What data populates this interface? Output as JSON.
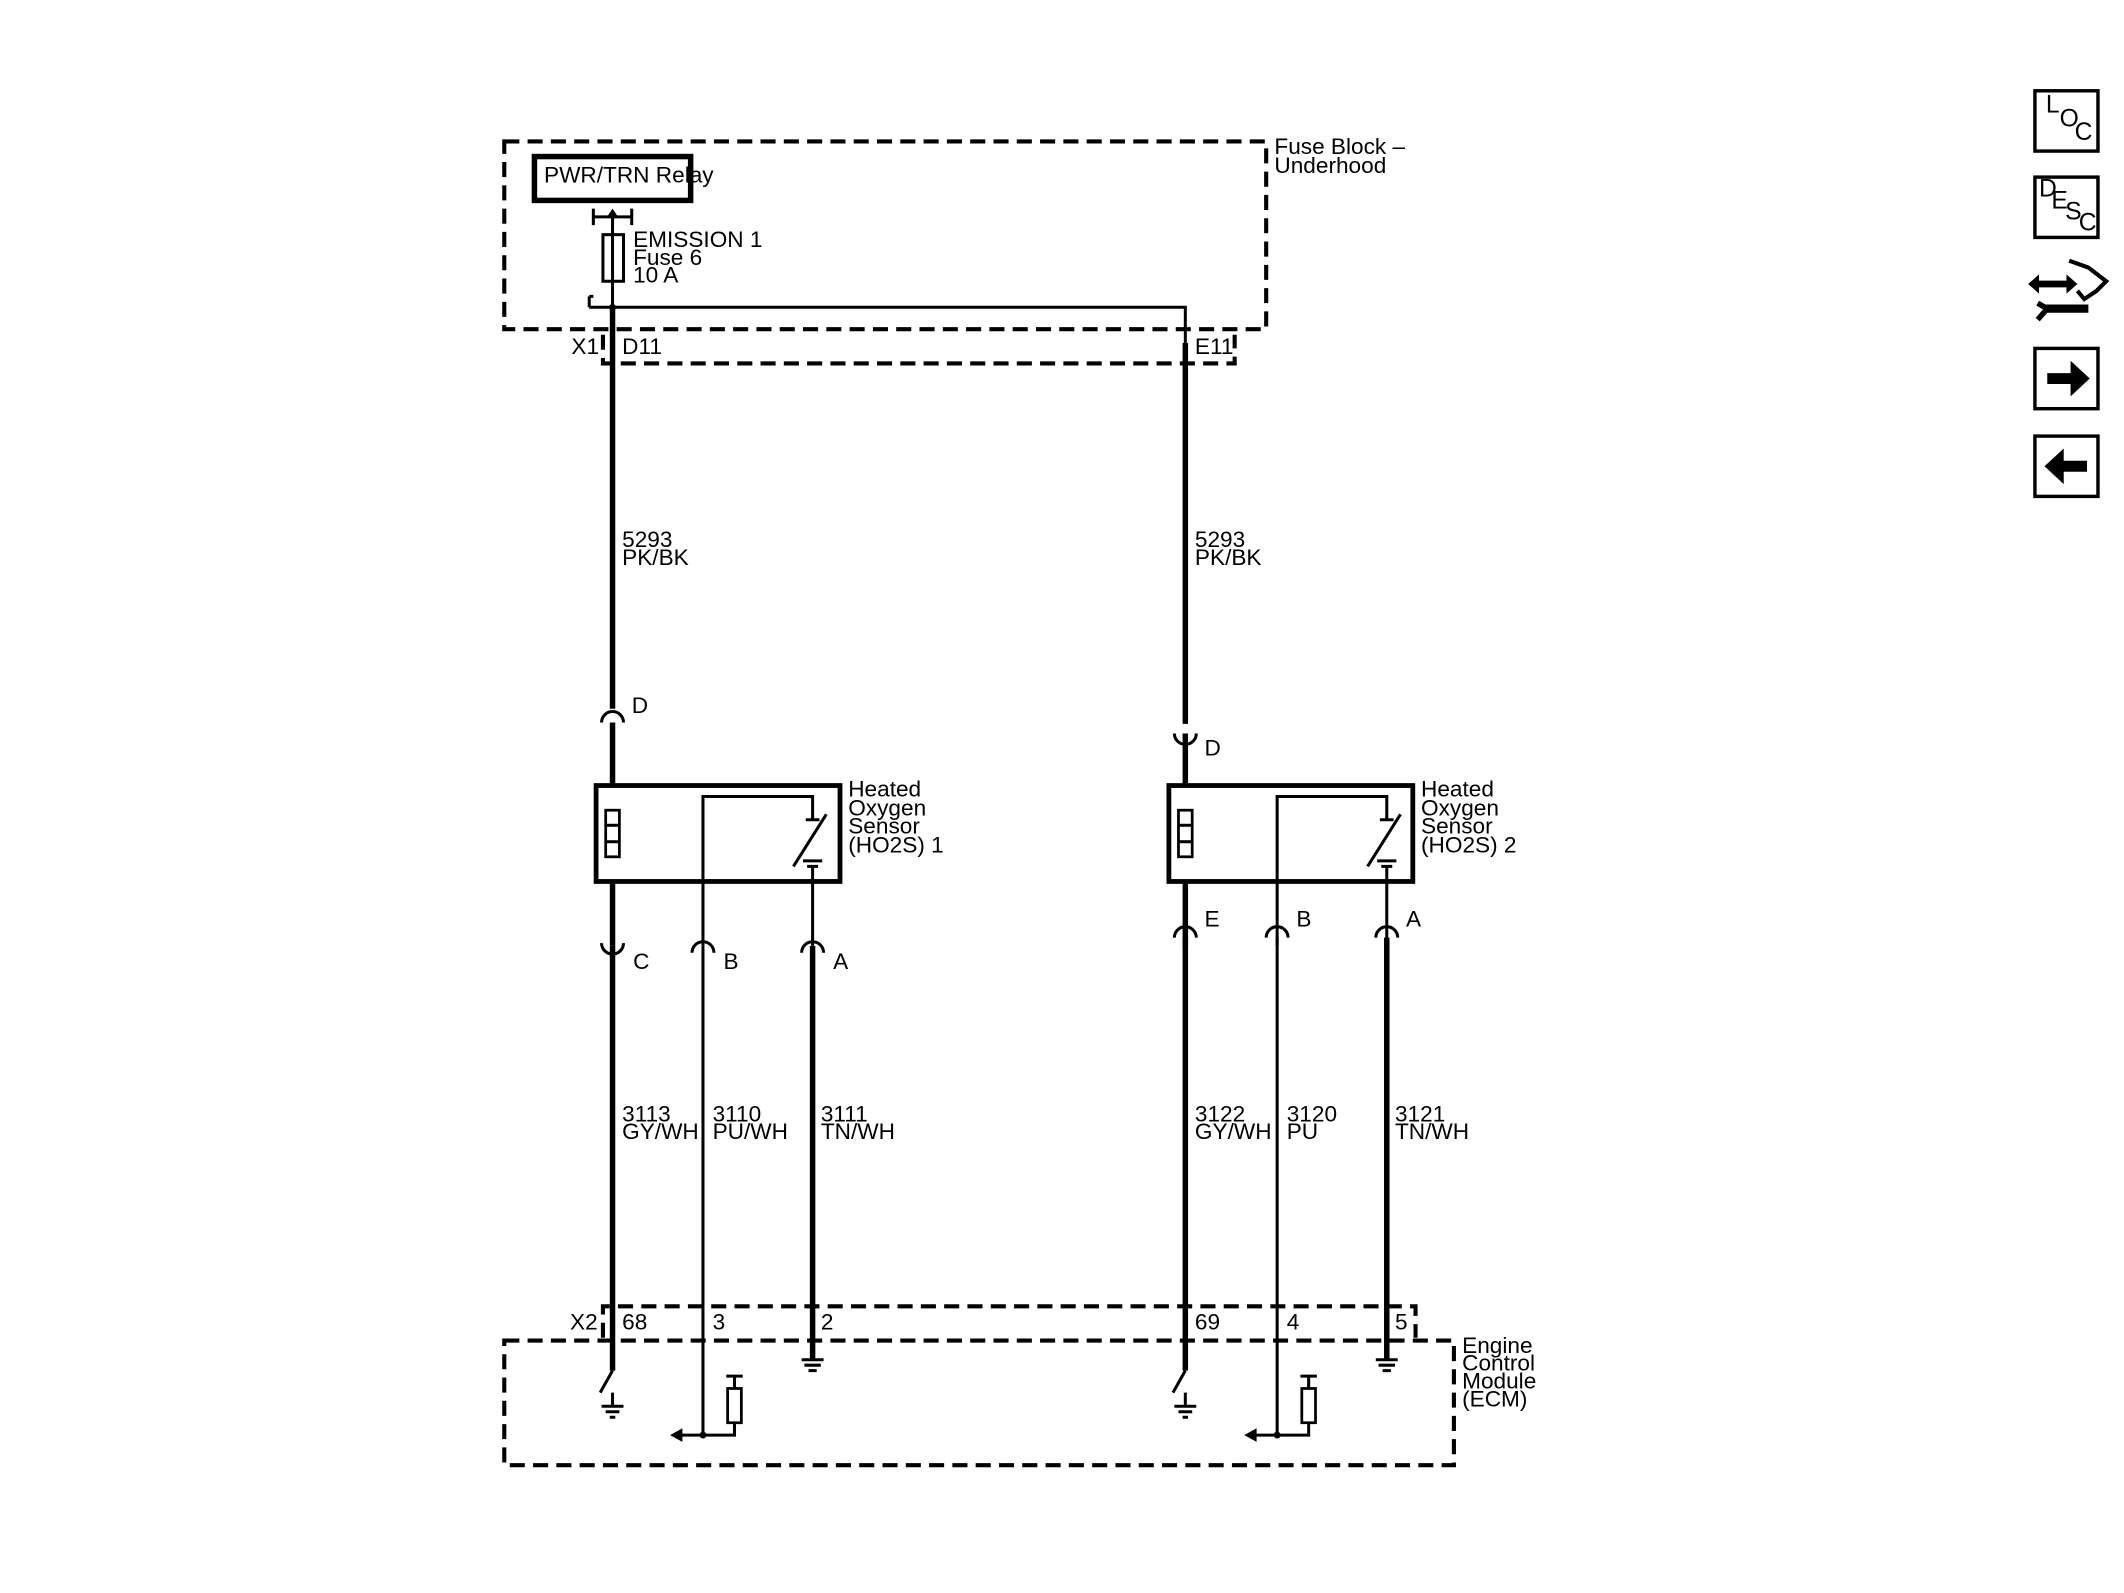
{
  "fuse_block": {
    "label_line1": "Fuse Block –",
    "label_line2": "Underhood",
    "relay_label": "PWR/TRN Relay",
    "fuse_line1": "EMISSION 1",
    "fuse_line2": "Fuse 6",
    "fuse_line3": "10 A",
    "connector": "X1",
    "pin_left": "D11",
    "pin_right": "E11"
  },
  "power_wires": [
    {
      "circuit": "5293",
      "color": "PK/BK"
    },
    {
      "circuit": "5293",
      "color": "PK/BK"
    }
  ],
  "sensor1": {
    "label_line1": "Heated",
    "label_line2": "Oxygen",
    "label_line3": "Sensor",
    "label_line4": "(HO2S) 1",
    "pin_top": "D",
    "pins": [
      "C",
      "B",
      "A"
    ],
    "wires": [
      {
        "circuit": "3113",
        "color": "GY/WH",
        "ecm_pin": "68"
      },
      {
        "circuit": "3110",
        "color": "PU/WH",
        "ecm_pin": "3"
      },
      {
        "circuit": "3111",
        "color": "TN/WH",
        "ecm_pin": "2"
      }
    ]
  },
  "sensor2": {
    "label_line1": "Heated",
    "label_line2": "Oxygen",
    "label_line3": "Sensor",
    "label_line4": "(HO2S) 2",
    "pin_top": "D",
    "pins": [
      "E",
      "B",
      "A"
    ],
    "wires": [
      {
        "circuit": "3122",
        "color": "GY/WH",
        "ecm_pin": "69"
      },
      {
        "circuit": "3120",
        "color": "PU",
        "ecm_pin": "4"
      },
      {
        "circuit": "3121",
        "color": "TN/WH",
        "ecm_pin": "5"
      }
    ]
  },
  "ecm": {
    "connector": "X2",
    "label_line1": "Engine",
    "label_line2": "Control",
    "label_line3": "Module",
    "label_line4": "(ECM)"
  },
  "nav": {
    "loc": {
      "l1": "L",
      "l2": "O",
      "l3": "C"
    },
    "desc": {
      "l1": "D",
      "l2": "E",
      "l3": "S",
      "l4": "C"
    },
    "icons": [
      "connector-tool-icon",
      "arrow-right-icon",
      "arrow-left-icon"
    ]
  }
}
